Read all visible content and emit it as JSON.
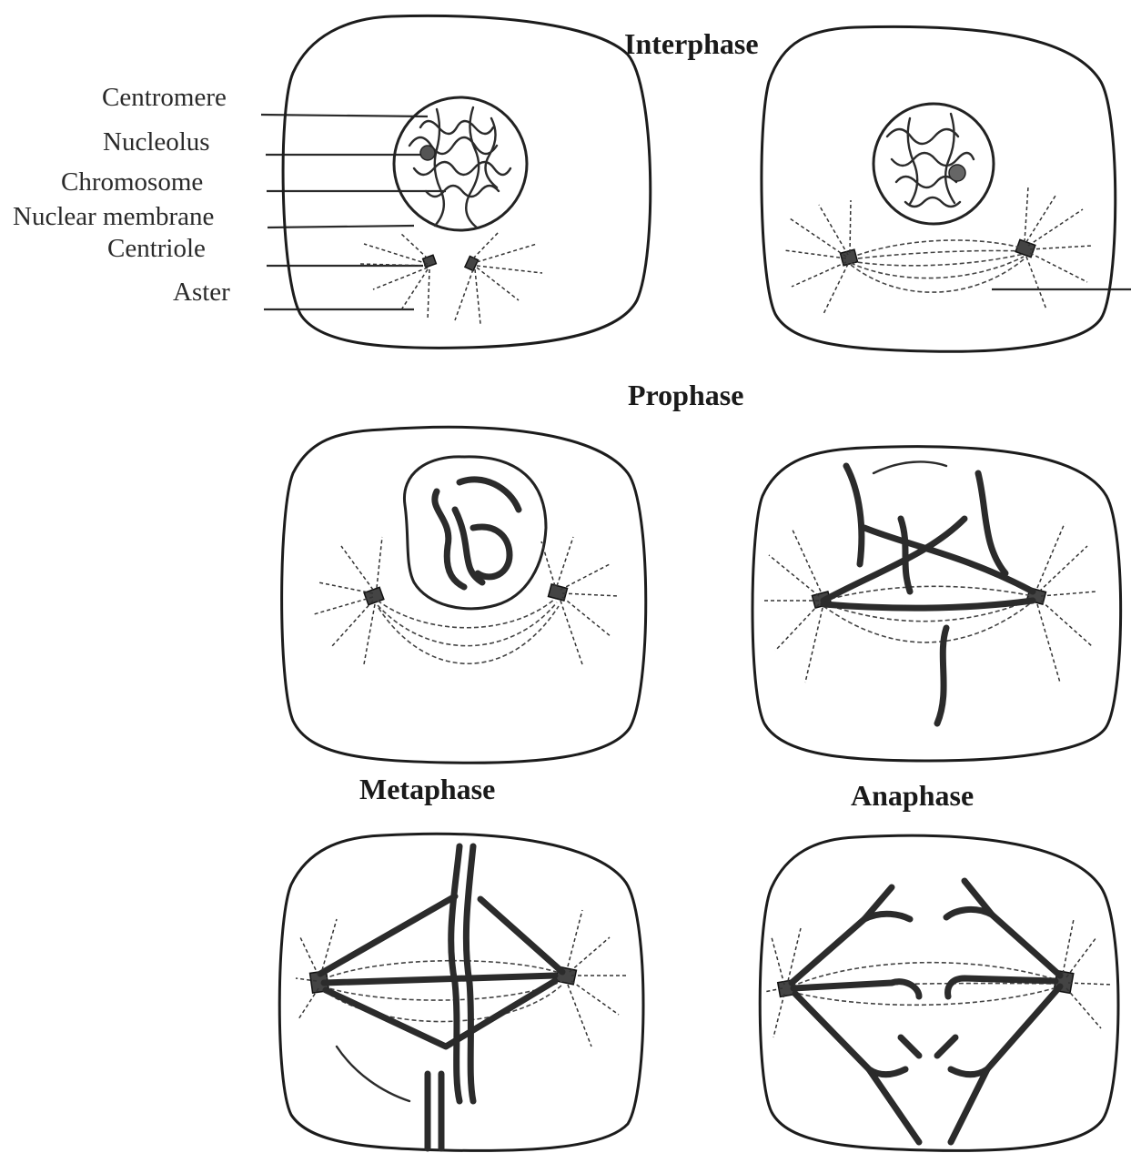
{
  "stages": {
    "interphase": "Interphase",
    "prophase": "Prophase",
    "metaphase": "Metaphase",
    "anaphase": "Anaphase"
  },
  "parts": {
    "centromere": "Centromere",
    "nucleolus": "Nucleolus",
    "chromosome": "Chromosome",
    "nuclear_membrane": "Nuclear membrane",
    "centriole": "Centriole",
    "aster": "Aster"
  }
}
